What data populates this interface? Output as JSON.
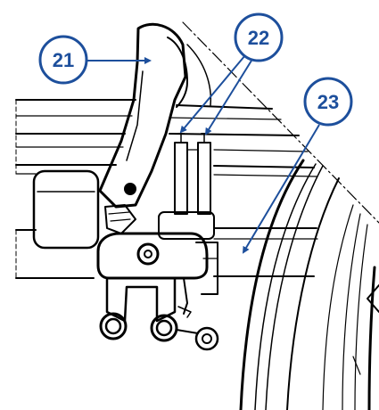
{
  "callouts": [
    {
      "number": "21"
    },
    {
      "number": "22"
    },
    {
      "number": "23"
    }
  ],
  "colors": {
    "callout_stroke": "#1d4f9c",
    "callout_fill": "#ffffff",
    "callout_text": "#1d4f9c",
    "leader_line": "#1d4f9c",
    "line_art": "#000000"
  }
}
